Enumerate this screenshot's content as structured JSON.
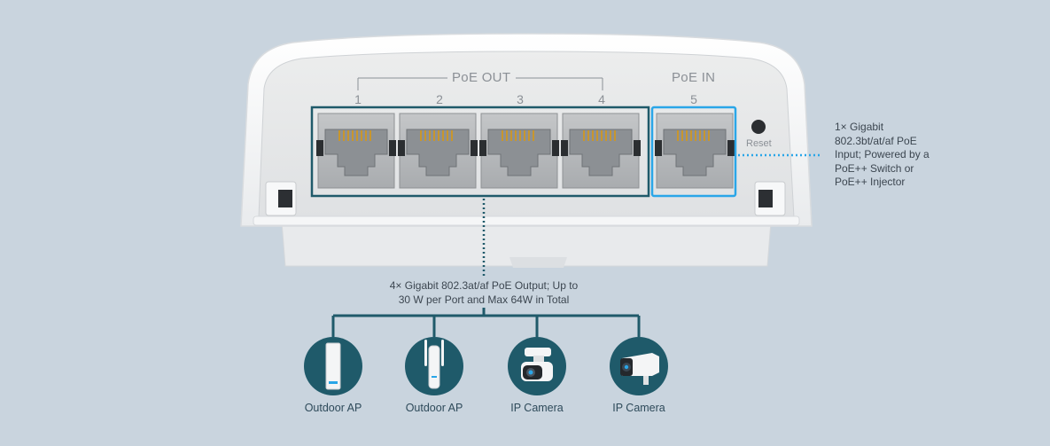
{
  "device": {
    "poe_out_label": "PoE OUT",
    "poe_in_label": "PoE IN",
    "ports": [
      "1",
      "2",
      "3",
      "4",
      "5"
    ],
    "reset_label": "Reset"
  },
  "annotations": {
    "poe_in_lines": [
      "1× Gigabit",
      "802.3bt/at/af PoE",
      "Input; Powered by a",
      "PoE++ Switch or",
      "PoE++ Injector"
    ],
    "poe_out_lines": [
      "4× Gigabit 802.3at/af PoE Output; Up to",
      "30 W per Port and Max 64W in Total"
    ]
  },
  "devices": [
    {
      "name": "Outdoor AP",
      "icon": "outdoor-ap-icon"
    },
    {
      "name": "Outdoor AP",
      "icon": "outdoor-ap-antenna-icon"
    },
    {
      "name": "IP Camera",
      "icon": "ptz-camera-icon"
    },
    {
      "name": "IP Camera",
      "icon": "bullet-camera-icon"
    }
  ],
  "colors": {
    "background": "#c9d4de",
    "teal": "#1f5a6a",
    "highlight_blue": "#2aa6e8",
    "housing": "#f2f3f4"
  }
}
